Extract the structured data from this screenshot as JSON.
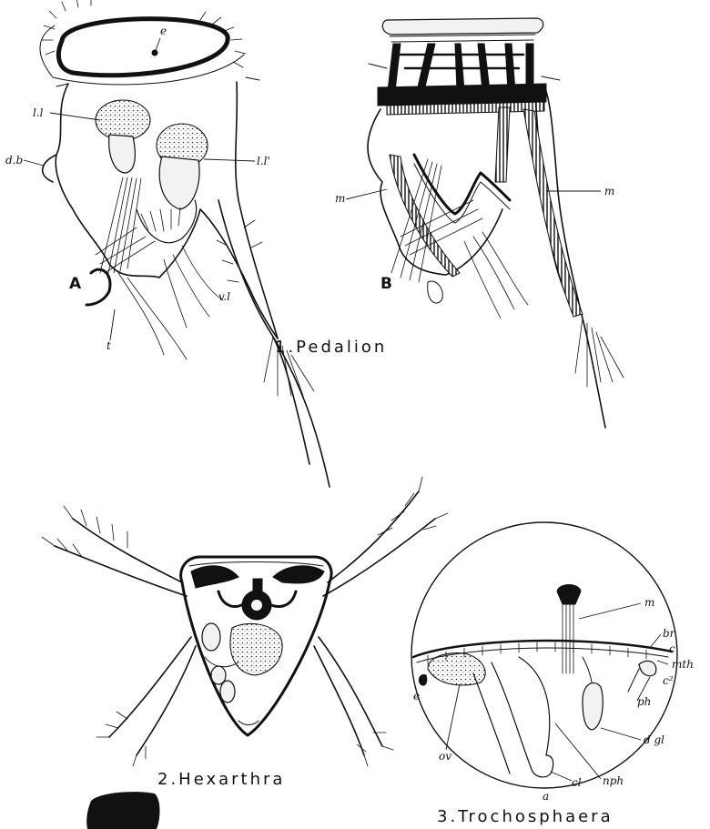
{
  "figures": [
    {
      "caption": "1.Pedalion",
      "panels": [
        "A",
        "B"
      ],
      "labels": {
        "e": "e",
        "ll": "l.l",
        "ll_prime": "l.l'",
        "db": "d.b",
        "vl": "v.l",
        "t": "t",
        "m_left": "m",
        "m_right": "m"
      }
    },
    {
      "caption": "2.Hexarthra",
      "labels": {}
    },
    {
      "caption": "3.Trochosphaera",
      "labels": {
        "m": "m",
        "br": "br",
        "c1": "c'",
        "mth": "mth",
        "c2": "c²",
        "ph": "ph",
        "dgl": "d gl",
        "e": "e",
        "ov": "ov",
        "a": "a",
        "cl": "cl",
        "nph": "nph"
      }
    }
  ]
}
